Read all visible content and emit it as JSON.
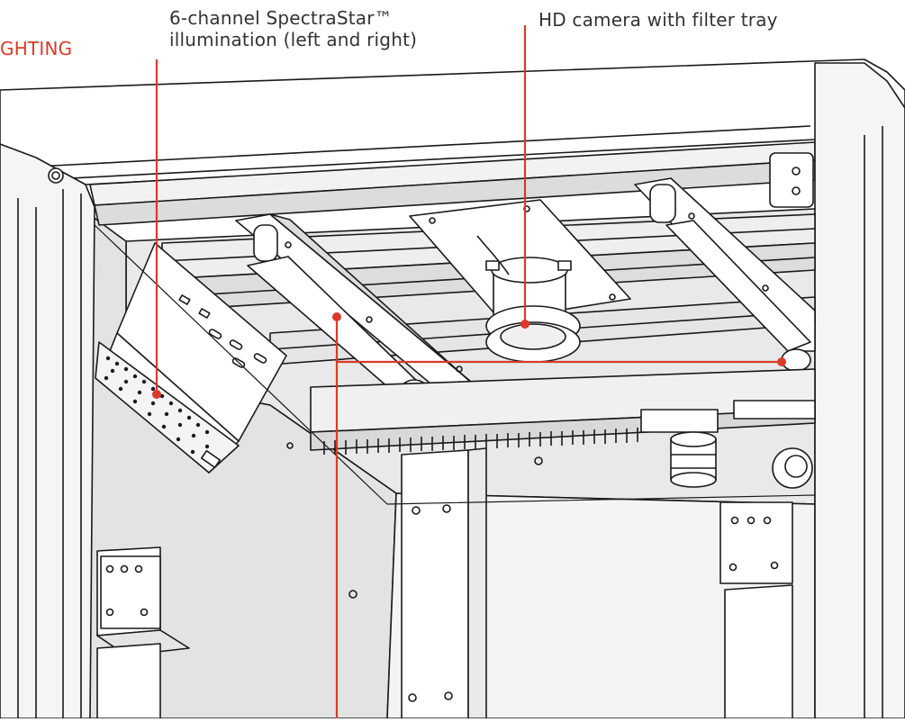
{
  "labels": {
    "section_title": "GHTING",
    "illumination_line1": "6-channel SpectraStar™",
    "illumination_line2": "illumination (left and right)",
    "camera": "HD camera with filter tray"
  },
  "colors": {
    "callout": "#d93a2b",
    "text": "#333333",
    "outline": "#1a1a1a",
    "panel_fill": "#e6e6e6"
  }
}
